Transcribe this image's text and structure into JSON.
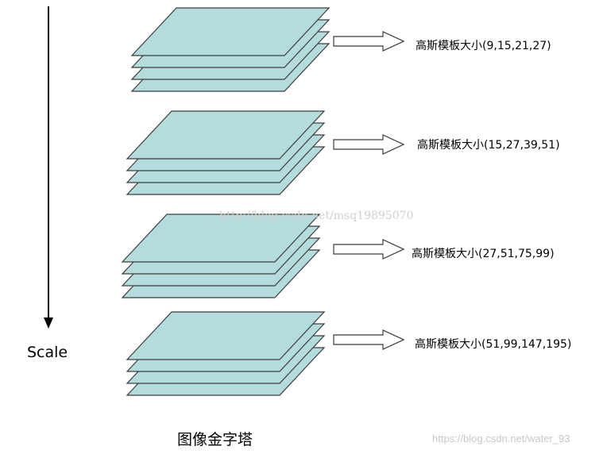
{
  "scale_label": "Scale",
  "caption": "图像金字塔",
  "watermark_center": "http://blog.csdn.net/msq19895070",
  "watermark_corner": "https://blog.csdn.net/water_93",
  "layer_fill": "#b4dcdc",
  "layer_stroke": "#3c3c3c",
  "octaves": [
    {
      "label": "高斯模板大小(9,15,21,27)",
      "layers": 4
    },
    {
      "label": "高斯模板大小(15,27,39,51)",
      "layers": 4
    },
    {
      "label": "高斯模板大小(27,51,75,99)",
      "layers": 4
    },
    {
      "label": "高斯模板大小(51,99,147,195)",
      "layers": 4
    }
  ]
}
